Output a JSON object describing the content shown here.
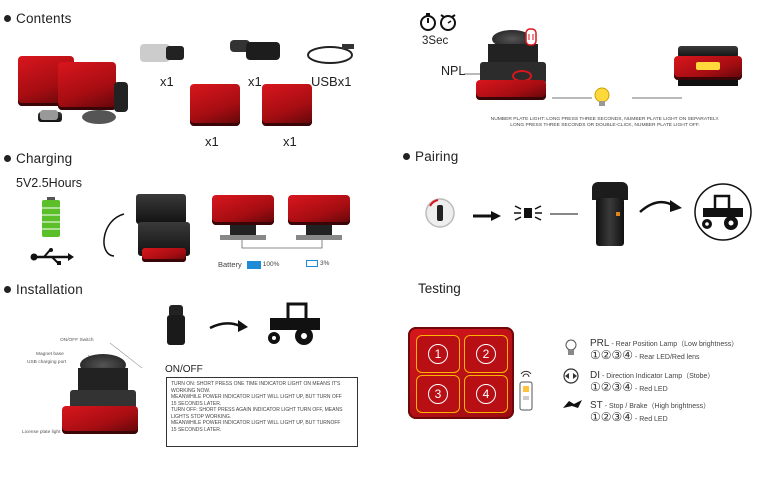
{
  "contents": {
    "heading": "Contents",
    "qty": [
      "x1",
      "x1",
      "USBx1",
      "x1",
      "x1"
    ]
  },
  "charging": {
    "heading": "Charging",
    "spec": "5V2.5Hours",
    "battery_label": "Battery",
    "full_pct": "100%",
    "low_pct": "3%"
  },
  "installation": {
    "heading": "Installation",
    "callouts": [
      "ON/OFF Switch",
      "Magnet base",
      "USB charging port",
      "License plate light"
    ],
    "onoff_title": "ON/OFF",
    "onoff_lines": [
      "TURN ON: SHORT PRESS ONE TIME INDICATOR LIGHT ON MEANS IT'S",
      "WORKING NOW.",
      "MEANWHILE POWER INDICATOR LIGHT WILL LIGHT UP, BUT TURN OFF",
      "15 SECONDS LATER.",
      "TURN OFF: SHORT PRESS AGAIN INDICATOR LIGHT TURN OFF, MEANS",
      "LIGHTS STOP WORKING.",
      "MEANWHILE POWER INDICATOR LIGHT WILL LIGHT UP, BUT TURNOFF",
      "15 SECONDS LATER."
    ]
  },
  "npl": {
    "timer_label": "3Sec",
    "npl_label": "NPL",
    "desc_line1": "NUMBER PLATE LIGHT: LONG PRESS THREE SECONDS, NUMBER PLATE LIGHT ON SEPARATELY.",
    "desc_line2": "LONG PRESS THREE SECONDS OR DOUBLE-CLICK, NUMBER PLATE LIGHT OFF."
  },
  "pairing": {
    "heading": "Pairing"
  },
  "testing": {
    "heading": "Testing",
    "pad_numbers": [
      "1",
      "2",
      "3",
      "4"
    ],
    "modes": [
      {
        "code": "PRL",
        "name": " - Rear Position Lamp",
        "note": "（Low brightness）",
        "seq": "①②③④",
        "seq_desc": " - Rear LED/Red lens"
      },
      {
        "code": "DI",
        "name": " - Direction Indicator Lamp",
        "note": "（Stobe）",
        "seq": "①②③④",
        "seq_desc": " - Red LED"
      },
      {
        "code": "ST",
        "name": " - Stop / Brake",
        "note": "（High brightness）",
        "seq": "①②③④",
        "seq_desc": " - Red LED"
      }
    ]
  },
  "colors": {
    "lamp_red": "#c8121a",
    "accent_orange": "#e23b14",
    "battery_green": "#5bbf2a"
  }
}
